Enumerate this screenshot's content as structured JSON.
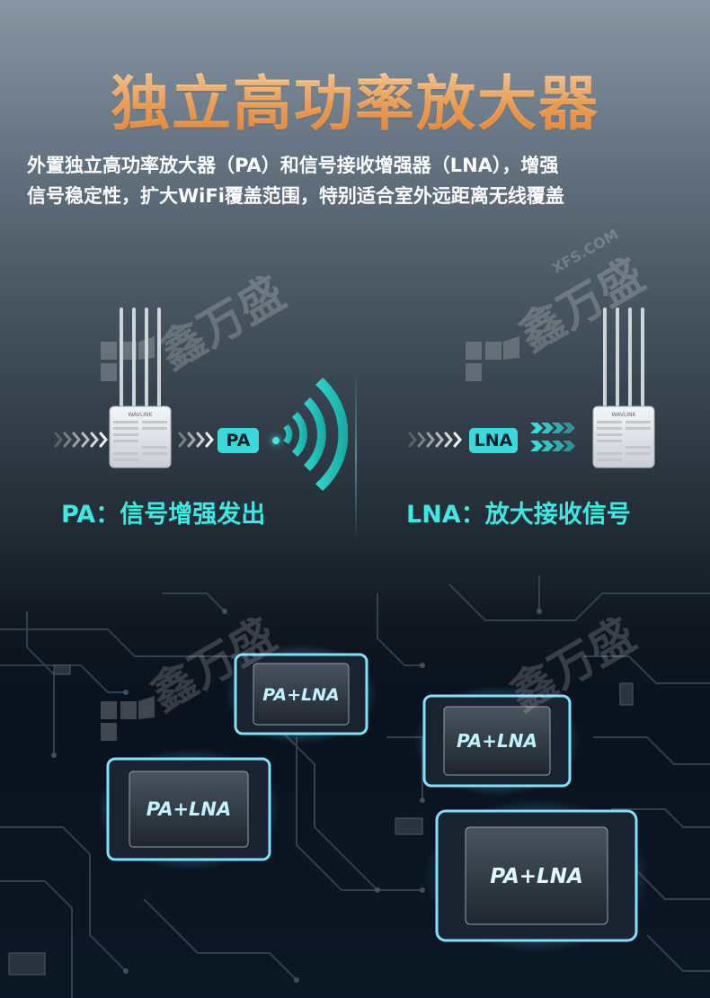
{
  "title": "独立高功率放大器",
  "description": {
    "line1": "外置独立高功率放大器（PA）和信号接收增强器（LNA），增强",
    "line2": "信号稳定性，扩大WiFi覆盖范围，特别适合室外远距离无线覆盖"
  },
  "diagram": {
    "pa_tag": "PA",
    "lna_tag": "LNA",
    "pa_caption": "PA：信号增强发出",
    "lna_caption": "LNA：放大接收信号",
    "device_brand": "WAVLINK"
  },
  "chips": [
    "PA+LNA",
    "PA+LNA",
    "PA+LNA",
    "PA+LNA"
  ],
  "watermark": {
    "text": "鑫万盛",
    "domain": "XFS.COM"
  },
  "colors": {
    "accent": "#3fe8e3",
    "title_gradient_top": "#ffe0b4",
    "title_gradient_bottom": "#ee8a3a",
    "chip_glow": "#5fd4ff"
  }
}
